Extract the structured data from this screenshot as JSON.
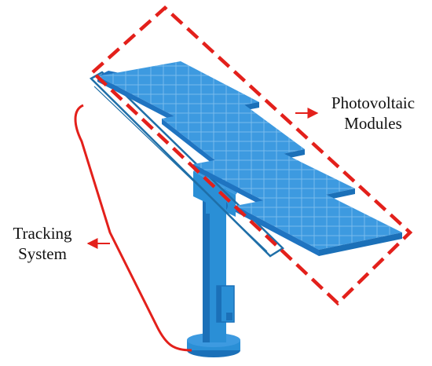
{
  "labels": {
    "photovoltaic_line1": "Photovoltaic",
    "photovoltaic_line2": "Modules",
    "tracking_line1": "Tracking",
    "tracking_line2": "System"
  },
  "colors": {
    "panel_top": "#3d9ae0",
    "panel_top_light": "#5aaeea",
    "panel_side": "#1f74c1",
    "panel_grid": "#8cc6f0",
    "structure": "#2a8fd6",
    "structure_dark": "#1b70b8",
    "frame_outline": "#1f6fa8",
    "annotation_red": "#e3201b"
  },
  "icons": {
    "arrow": "arrow-left-right-icon"
  }
}
